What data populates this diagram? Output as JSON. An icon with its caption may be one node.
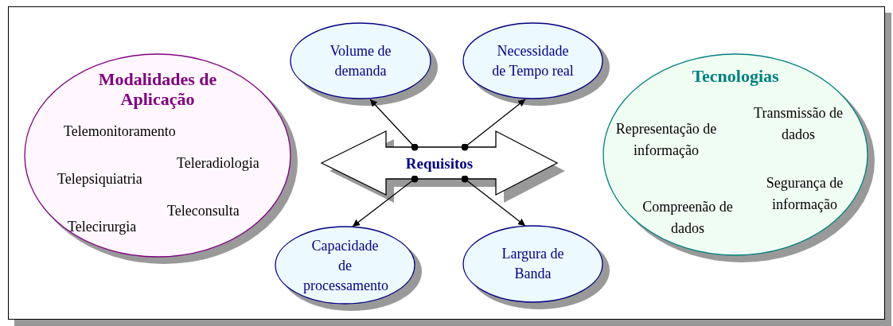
{
  "diagram": {
    "nodes": [
      {
        "text": [
          "Modalidades de Aplicação",
          "Telemonitoramento",
          "Teleradiologia",
          "Telepsiquiatria",
          "Teleconsulta",
          "Telecirurgia"
        ]
      },
      {
        "text": [
          "Volume de demanda"
        ]
      },
      {
        "text": [
          "Necessidade de Tempo real"
        ]
      },
      {
        "text": [
          "Requisitos"
        ]
      },
      {
        "text": [
          "Capacidade de processamento"
        ]
      },
      {
        "text": [
          "Largura de Banda"
        ]
      },
      {
        "text": [
          "Tecnologias",
          "Representação de informação",
          "Transmissão de dados",
          "Segurança de informação",
          "Compreenão de dados"
        ]
      }
    ],
    "edges": [
      {
        "from": 3,
        "to": 1,
        "arrow": "to"
      },
      {
        "from": 3,
        "to": 2,
        "arrow": "to"
      },
      {
        "from": 3,
        "to": 4,
        "arrow": "to"
      },
      {
        "from": 3,
        "to": 5,
        "arrow": "to"
      }
    ]
  }
}
